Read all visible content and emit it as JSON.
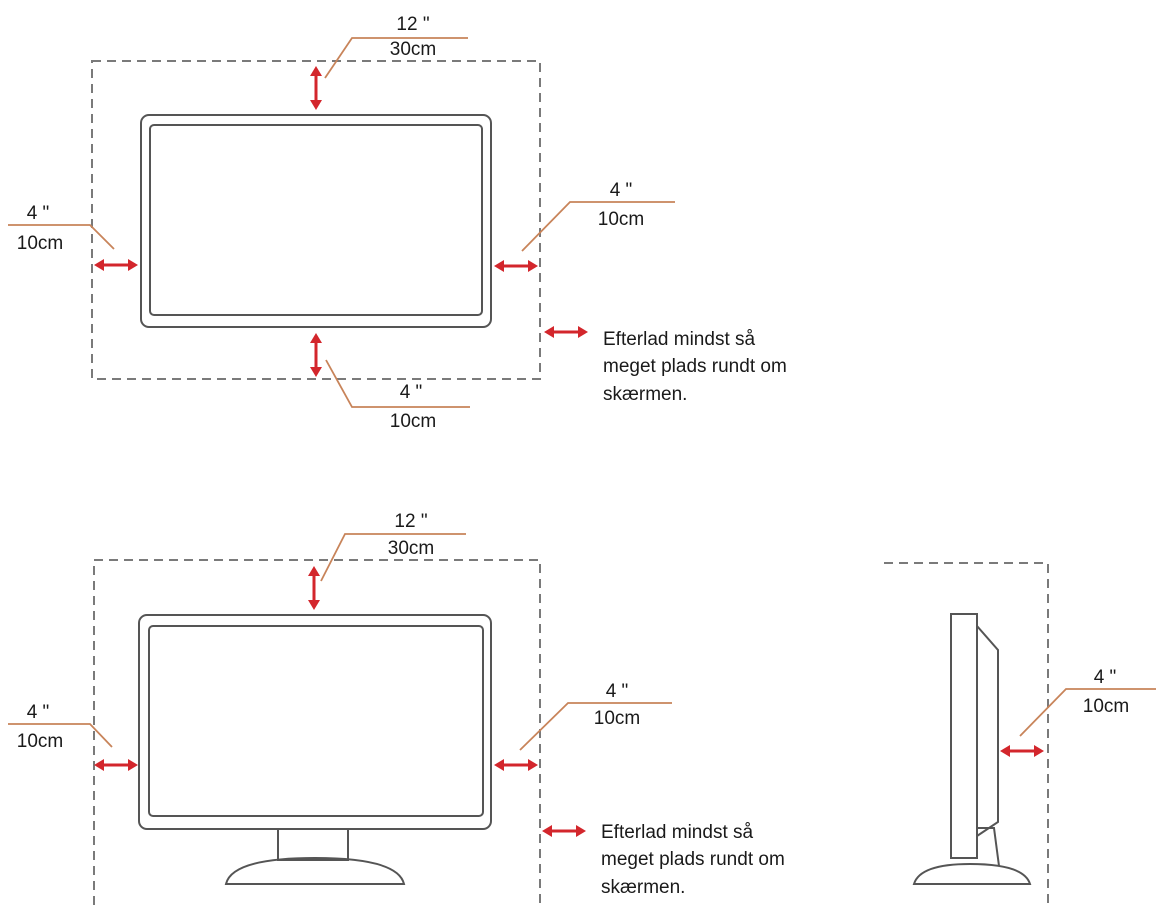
{
  "labels": {
    "top_in": "12 \"",
    "top_cm": "30cm",
    "side_in": "4 \"",
    "side_cm": "10cm",
    "bottom_in": "4 \"",
    "bottom_cm": "10cm"
  },
  "note": {
    "line1": "Efterlad mindst så",
    "line2": "meget plads rundt om",
    "line3": "skærmen."
  },
  "colors": {
    "arrow": "#d3262c",
    "leader": "#c8845a",
    "dashed_boundary": "#7a7a7a",
    "outline": "#555555"
  }
}
